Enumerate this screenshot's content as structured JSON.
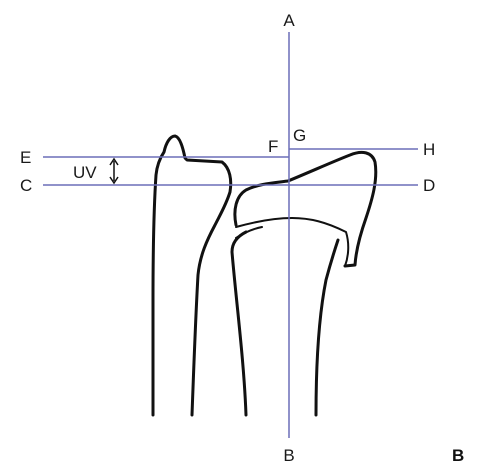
{
  "labels": {
    "A": "A",
    "B": "B",
    "C": "C",
    "D": "D",
    "E": "E",
    "F": "F",
    "G": "G",
    "H": "H",
    "uv": "UV"
  },
  "panel_label": "B",
  "colors": {
    "reference_lines": "#6c6fb8",
    "bone_outline": "#111111",
    "background": "#ffffff"
  }
}
